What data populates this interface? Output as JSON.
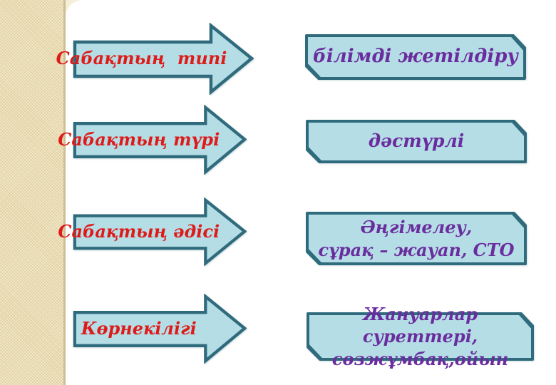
{
  "slide": {
    "description": "lesson-plan-slide",
    "rows": [
      {
        "arrow_label": "Сабақтың  типі",
        "box_label": "білімді жетілдіру"
      },
      {
        "arrow_label": "Сабақтың түрі",
        "box_label": "дәстүрлі"
      },
      {
        "arrow_label": "Сабақтың әдісі",
        "box_label": "Әңгімелеу,\nсұрақ – жауап, СТО"
      },
      {
        "arrow_label": "Көрнекілігі",
        "box_label": "Жануарлар суреттері,\nсөзжұмбақ,ойын"
      }
    ],
    "colors": {
      "shape_fill": "#b5dde6",
      "shape_border": "#2f6b7c",
      "arrow_text": "#dd1c1a",
      "box_text": "#6a2d9e",
      "sidebar_beige": "#eadcb0",
      "sidebar_edge": "#cdbf95",
      "background": "#ffffff"
    }
  }
}
